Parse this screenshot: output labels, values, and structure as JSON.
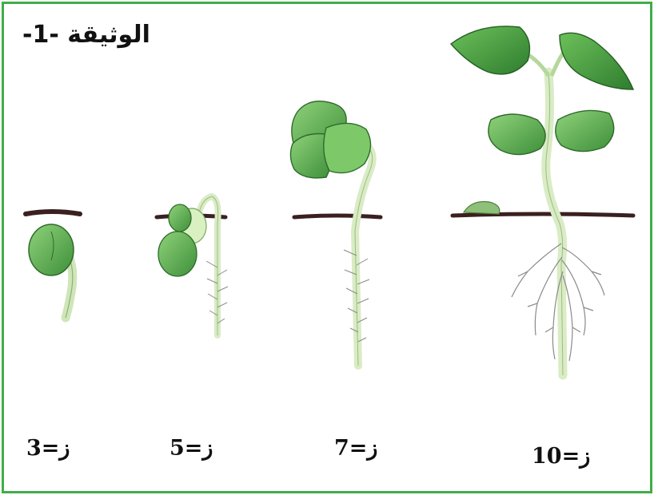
{
  "document": {
    "title": "الوثيقة -1-"
  },
  "stages": [
    {
      "label": "3=ز",
      "day": 3
    },
    {
      "label": "5=ز",
      "day": 5
    },
    {
      "label": "7=ز",
      "day": 7
    },
    {
      "label": "10=ز",
      "day": 10
    }
  ],
  "colors": {
    "border": "#3fae48",
    "leaf": "#3f9a3f",
    "cotyledon": "#6fbf5f",
    "stem": "#d9ecc4",
    "soil": "#3a2020"
  }
}
